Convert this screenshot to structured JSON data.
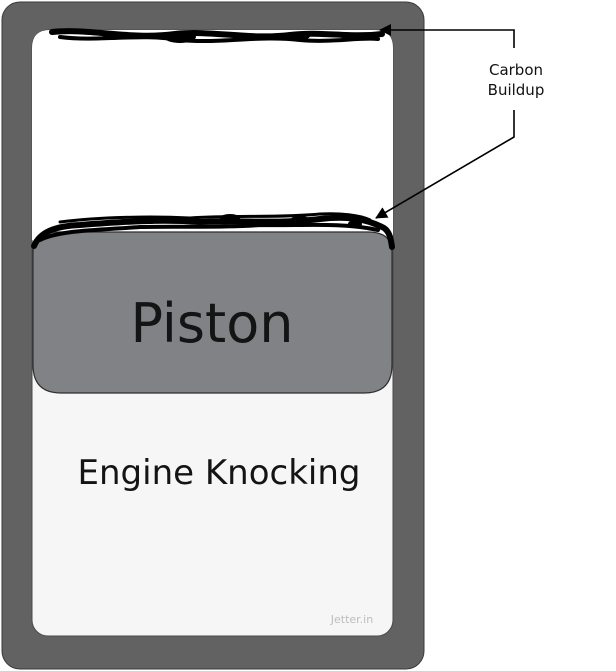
{
  "diagram": {
    "piston_label": "Piston",
    "caption": "Engine Knocking",
    "callout_label_line1": "Carbon",
    "callout_label_line2": "Buildup",
    "watermark": "Jetter.in"
  },
  "colors": {
    "cylinder_wall": "#626262",
    "piston_fill": "#818286",
    "lower_chamber_fill": "#f6f6f6",
    "upper_chamber_fill": "#ffffff",
    "carbon": "#000000",
    "watermark": "#bdbdbd"
  }
}
